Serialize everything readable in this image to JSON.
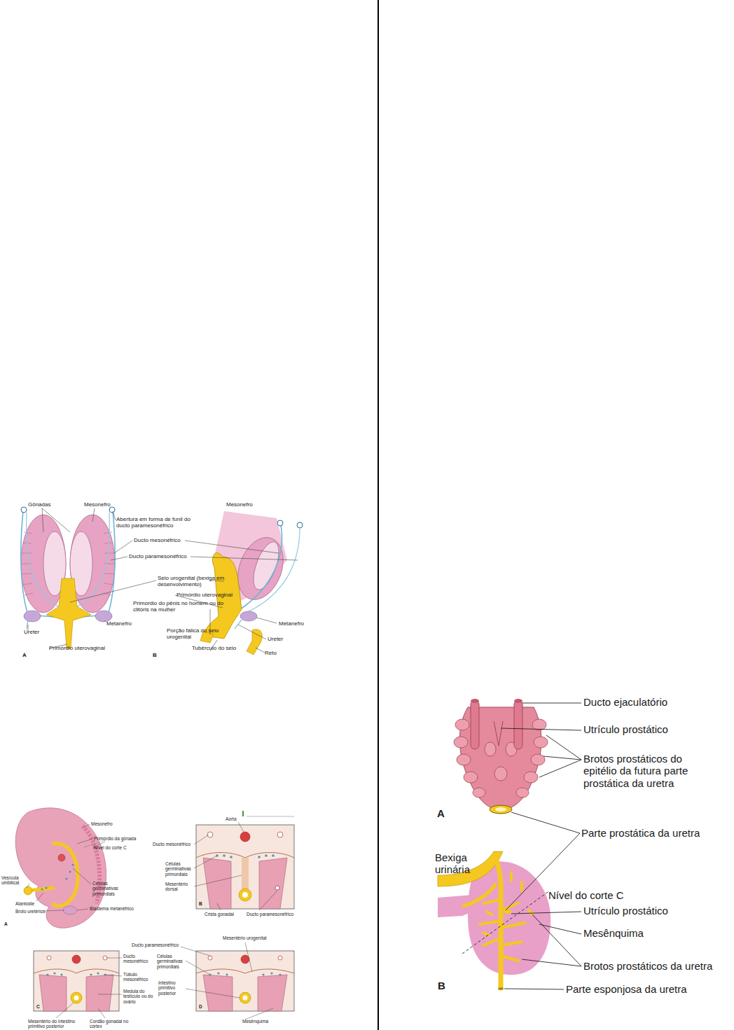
{
  "diagram": {
    "labels": [
      "Gônadas",
      "Mesonefro",
      "Abertura em forma de funil do ducto paramesonéfrico",
      "Ducto mesonéfrico",
      "Ducto paramesonéfrico",
      "Seio urogenital (bexiga em desenvolvimento)",
      "Metanefro",
      "Ureter",
      "Primórdio uterovaginal",
      "A",
      "Mesonefro",
      "Primórdio uterovaginal",
      "Primórdio do pênis no homem ou do clitóris na mulher",
      "Porção fálica do seio urogenital",
      "Tubérculo do seio",
      "Reto",
      "Ureter",
      "Metanefro",
      "B",
      "Mesonefro",
      "Primórdio da gônada",
      "Nível do corte C",
      "Vesícula umbilical",
      "Alantoide",
      "Células germinativas primordiais",
      "Blastema metanéfrico",
      "Broto uretérico",
      "A",
      "Aorta",
      "Ducto mesonéfrico",
      "Células germinativas primordiais",
      "Mesentério dorsal",
      "Crista gonadal",
      "Ducto paramesonéfrico",
      "B",
      "Ducto mesonéfrico",
      "Túbulo mesonéfrico",
      "Medula do testículo ou do ovário",
      "Mesentério do intestino primitivo posterior",
      "Cordão gonadal no córtex",
      "C",
      "Ducto paramesonéfrico",
      "Mesentério urogenital",
      "Células germinativas primordiais",
      "Intestino primitivo posterior",
      "Mesênquima",
      "D",
      "Ducto ejaculatório",
      "Utrículo prostático",
      "Brotos prostáticos do epitélio da futura parte prostática da uretra",
      "A",
      "Parte prostática da uretra",
      "Bexiga urinária",
      "Nível do corte C",
      "Utrículo prostático",
      "Mesênquima",
      "Brotos prostáticos da uretra",
      "B",
      "Parte esponjosa da uretra"
    ]
  }
}
